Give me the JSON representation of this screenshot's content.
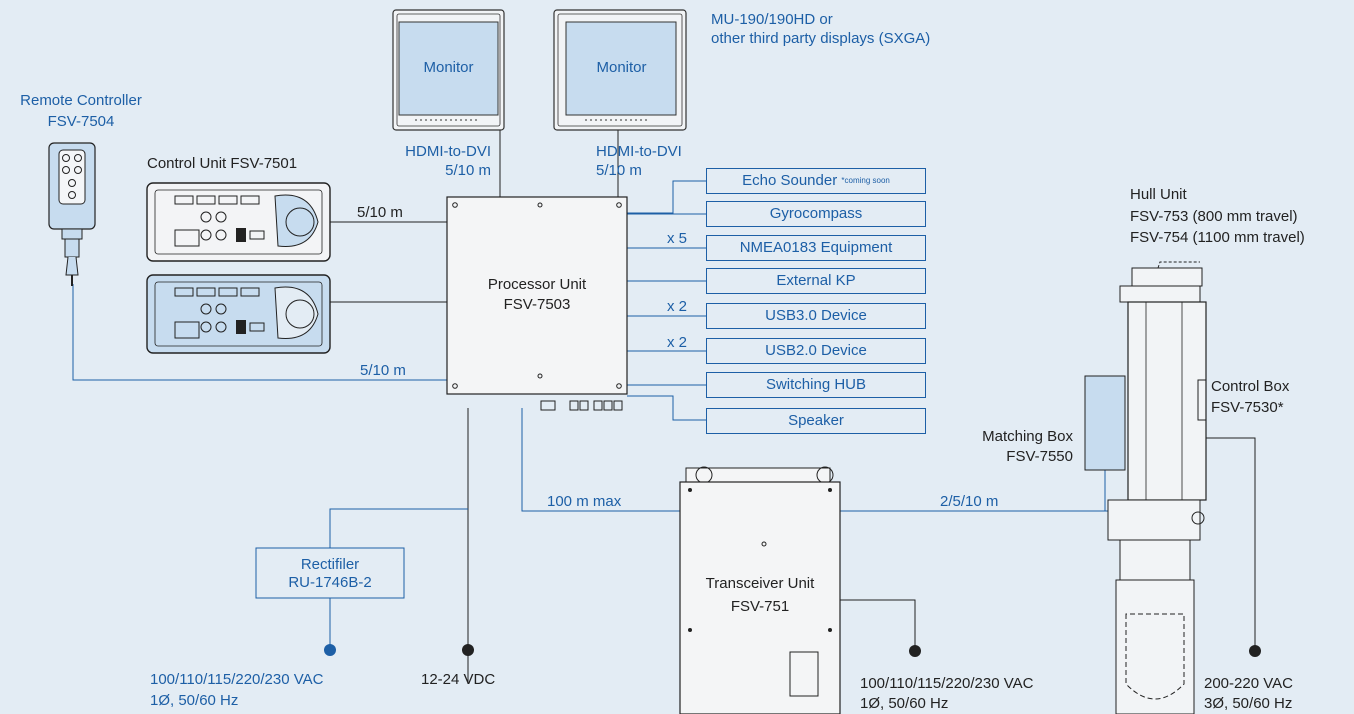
{
  "monitors": {
    "label": "Monitor",
    "caption": [
      "MU-190/190HD or",
      "other third party displays (SXGA)"
    ],
    "cable_left": [
      "HDMI-to-DVI",
      "5/10 m"
    ],
    "cable_right": [
      "HDMI-to-DVI",
      "5/10 m"
    ]
  },
  "remote": {
    "title": "Remote Controller",
    "model": "FSV-7504"
  },
  "control_unit": {
    "title": "Control Unit FSV-7501"
  },
  "processor": {
    "title": "Processor Unit",
    "model": "FSV-7503"
  },
  "cables": {
    "control_unit": "5/10 m",
    "remote": "5/10 m",
    "transceiver": "100 m max",
    "hull": "2/5/10 m"
  },
  "peripherals": [
    {
      "label": "Echo Sounder",
      "note": "*coming soon",
      "qty": ""
    },
    {
      "label": "Gyrocompass",
      "note": "",
      "qty": ""
    },
    {
      "label": "NMEA0183 Equipment",
      "note": "",
      "qty": "x 5"
    },
    {
      "label": "External KP",
      "note": "",
      "qty": ""
    },
    {
      "label": "USB3.0 Device",
      "note": "",
      "qty": "x 2"
    },
    {
      "label": "USB2.0 Device",
      "note": "",
      "qty": "x 2"
    },
    {
      "label": "Switching HUB",
      "note": "",
      "qty": ""
    },
    {
      "label": "Speaker",
      "note": "",
      "qty": ""
    }
  ],
  "hull_unit": {
    "title": "Hull Unit",
    "lines": [
      "FSV-753 (800 mm travel)",
      "FSV-754 (1100 mm travel)"
    ]
  },
  "control_box": {
    "title": "Control Box",
    "model": "FSV-7530*"
  },
  "matching_box": {
    "title": "Matching Box",
    "model": "FSV-7550"
  },
  "transceiver": {
    "title": "Transceiver Unit",
    "model": "FSV-751"
  },
  "rectifier": {
    "title": "Rectifiler",
    "model": "RU-1746B-2"
  },
  "power": {
    "rectifier": [
      "100/110/115/220/230 VAC",
      "1Ø, 50/60 Hz"
    ],
    "dc": "12-24 VDC",
    "transceiver": [
      "100/110/115/220/230 VAC",
      "1Ø, 50/60 Hz"
    ],
    "hull": [
      "200-220 VAC",
      "3Ø, 50/60 Hz"
    ]
  },
  "colors": {
    "accent": "#1d5fa6",
    "line": "#222222",
    "background": "#e3ecf4"
  }
}
